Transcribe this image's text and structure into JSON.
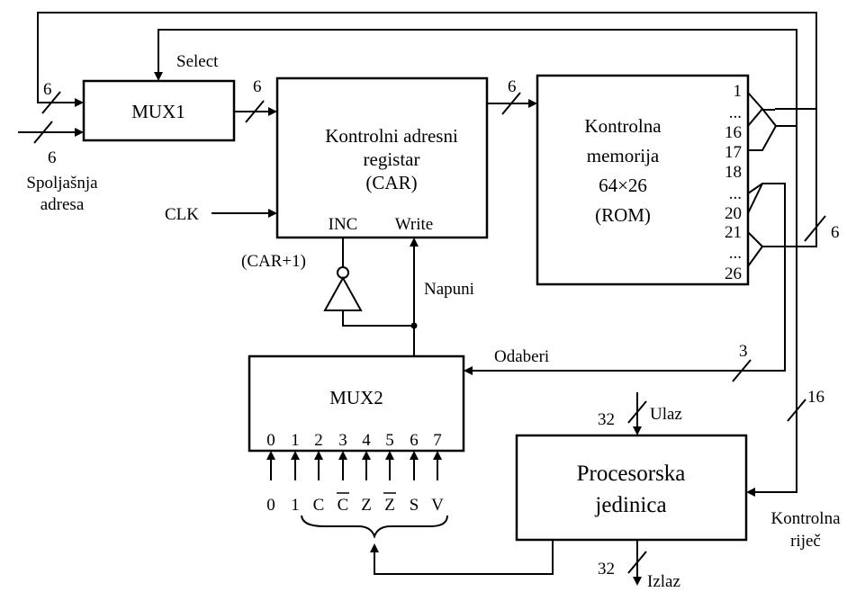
{
  "mux1": {
    "label": "MUX1"
  },
  "car": {
    "line1": "Kontrolni adresni",
    "line2": "registar",
    "line3": "(CAR)",
    "inc": "INC",
    "write": "Write"
  },
  "rom": {
    "line1": "Kontrolna",
    "line2": "memorija",
    "line3": "64×26",
    "line4": "(ROM)",
    "bits": [
      "1",
      "...",
      "16",
      "17",
      "18",
      "...",
      "20",
      "21",
      "...",
      "26"
    ]
  },
  "mux2": {
    "label": "MUX2",
    "inputs": [
      "0",
      "1",
      "2",
      "3",
      "4",
      "5",
      "6",
      "7"
    ]
  },
  "cpu": {
    "line1": "Procesorska",
    "line2": "jedinica"
  },
  "labels": {
    "select": "Select",
    "external_address_1": "Spoljašnja",
    "external_address_2": "adresa",
    "clk": "CLK",
    "car_plus_one": "(CAR+1)",
    "load": "Napuni",
    "choose": "Odaberi",
    "input": "Ulaz",
    "output": "Izlaz",
    "control_word_1": "Kontrolna",
    "control_word_2": "riječ"
  },
  "bus_widths": {
    "mux1_top": "6",
    "mux1_ext": "6",
    "mux1_out": "6",
    "car_out": "6",
    "feedback": "6",
    "odaberi": "3",
    "control": "16",
    "ulaz": "32",
    "izlaz": "32"
  },
  "conditions": [
    "0",
    "1",
    "C",
    "C",
    "Z",
    "Z",
    "S",
    "V"
  ],
  "conditions_overbar": [
    false,
    false,
    false,
    true,
    false,
    true,
    false,
    false
  ]
}
